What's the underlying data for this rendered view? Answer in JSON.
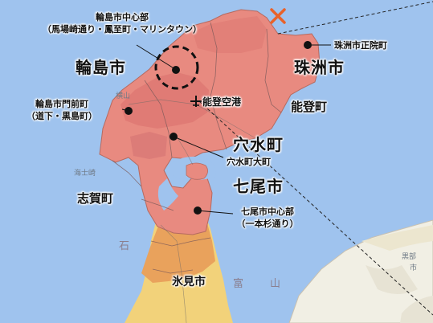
{
  "labels": {
    "wajima_city": "輪島市",
    "suzu_city": "珠洲市",
    "noto_town": "能登町",
    "anamizu_town": "穴水町",
    "nanao_city": "七尾市",
    "shika_town": "志賀町",
    "himi_city": "氷見市",
    "noto_airport": "能登空港"
  },
  "points": {
    "wajima_center": {
      "line1": "輪島市中心部",
      "line2": "（馬場崎通り・鳳至町・マリンタウン）"
    },
    "wajima_monzen": {
      "line1": "輪島市門前町",
      "line2": "（道下・黒島町）"
    },
    "suzu_shoin": {
      "line1": "珠洲市正院町"
    },
    "anamizu_omachi": {
      "line1": "穴水町大町"
    },
    "nanao_center": {
      "line1": "七尾市中心部",
      "line2": "（一本杉通り）"
    }
  },
  "basemap_labels": {
    "yokoyama": "横山",
    "kaito": "海士崎",
    "ishi": "石",
    "toyama": "富",
    "yama": "山",
    "hairi": "黒部",
    "kurobe": "市"
  },
  "colors": {
    "sea": "#9fc3ee",
    "intensity_high": "#e88a80",
    "intensity_core": "#d9706b",
    "intensity_mid": "#e9a25c",
    "intensity_low": "#f2d27a",
    "land": "#f1efe4",
    "epicenter": "#e8622a"
  },
  "marker_icon": "epicenter-x-icon"
}
